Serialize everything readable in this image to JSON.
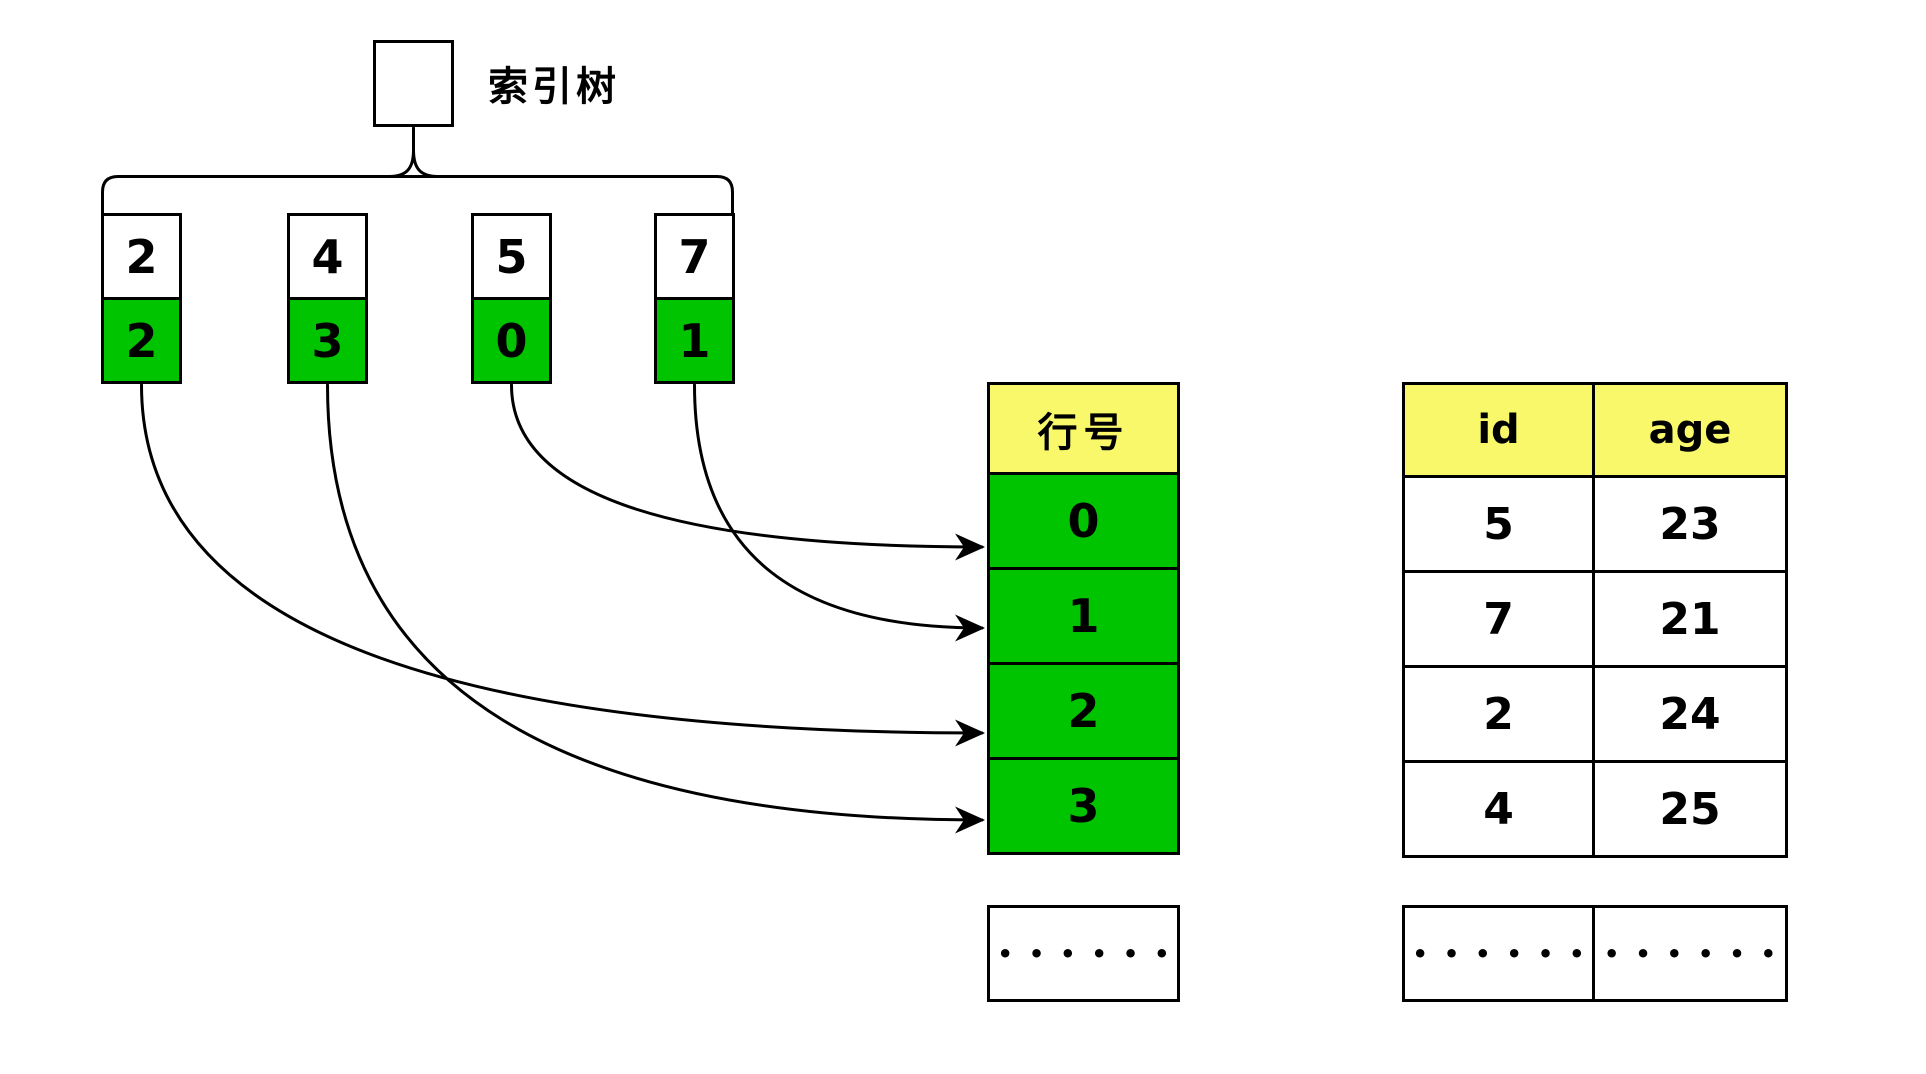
{
  "colors": {
    "green": "#00C400",
    "yellow": "#F9F86B",
    "stroke": "#000000"
  },
  "index_tree": {
    "label": "索引树",
    "leaves": [
      {
        "key": "2",
        "row_pointer": "2"
      },
      {
        "key": "4",
        "row_pointer": "3"
      },
      {
        "key": "5",
        "row_pointer": "0"
      },
      {
        "key": "7",
        "row_pointer": "1"
      }
    ]
  },
  "row_number_table": {
    "header": "行号",
    "rows": [
      "0",
      "1",
      "2",
      "3"
    ],
    "ellipsis": "••••••"
  },
  "data_table": {
    "columns": [
      "id",
      "age"
    ],
    "rows": [
      [
        "5",
        "23"
      ],
      [
        "7",
        "21"
      ],
      [
        "2",
        "24"
      ],
      [
        "4",
        "25"
      ]
    ],
    "ellipsis": [
      "••••••",
      "••••••"
    ]
  },
  "arrows": [
    {
      "from_leaf_key": "2",
      "to_row": "2"
    },
    {
      "from_leaf_key": "4",
      "to_row": "3"
    },
    {
      "from_leaf_key": "5",
      "to_row": "0"
    },
    {
      "from_leaf_key": "7",
      "to_row": "1"
    }
  ]
}
